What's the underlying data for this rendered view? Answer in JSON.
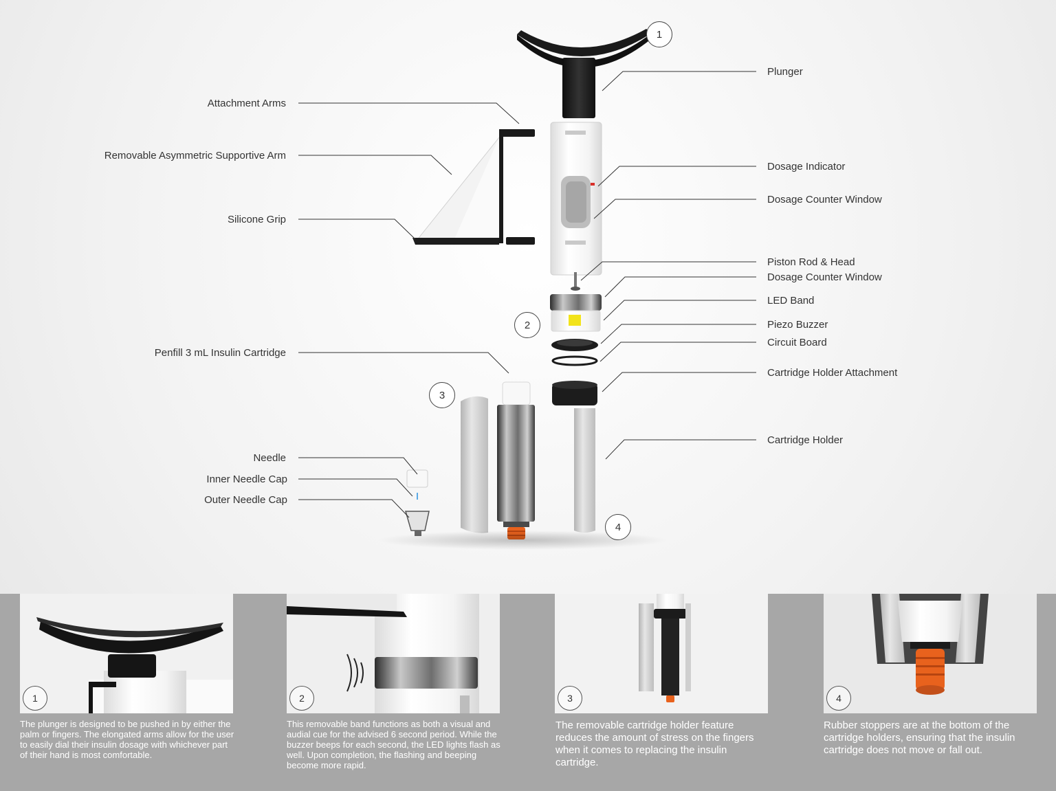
{
  "markers": [
    "1",
    "2",
    "3",
    "4"
  ],
  "labels_left": [
    "Attachment Arms",
    "Removable Asymmetric Supportive Arm",
    "Silicone Grip",
    "Penfill 3 mL Insulin Cartridge",
    "Needle",
    "Inner Needle Cap",
    "Outer Needle Cap"
  ],
  "labels_right": [
    "Plunger",
    "Dosage Indicator",
    "Dosage Counter Window",
    "Piston Rod & Head",
    "Dosage Counter Window",
    "LED Band",
    "Piezo Buzzer",
    "Circuit Board",
    "Cartridge Holder Attachment",
    "Cartridge Holder"
  ],
  "panels": [
    {
      "num": "1",
      "caption": "The plunger is designed to be pushed in by either the palm or fingers. The elongated arms allow for the user to easily dial their insulin dosage with whichever part of their hand is most comfortable."
    },
    {
      "num": "2",
      "caption": "This removable band functions as both a visual and audial cue for the advised 6 second period. While the buzzer beeps for each second, the LED lights flash as well. Upon completion, the flashing and beeping become more rapid."
    },
    {
      "num": "3",
      "caption": "The removable cartridge holder feature reduces the amount of stress on the fingers when it comes to replacing the insulin cartridge."
    },
    {
      "num": "4",
      "caption": "Rubber stoppers are at the bottom of the cartridge holders, ensuring that the insulin cartridge does not move or fall out."
    }
  ],
  "colors": {
    "plastic_black": "#1c1c1c",
    "plastic_white": "#f7f7f7",
    "led_yellow": "#f2e31a",
    "stopper_orange": "#e8621d",
    "indicator_red": "#d9302a",
    "footer_gray": "#a7a7a7"
  }
}
